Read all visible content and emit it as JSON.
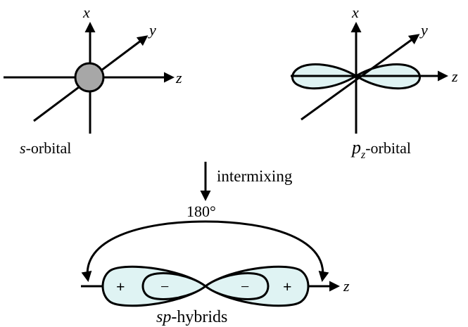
{
  "s_orbital": {
    "axis_x": "x",
    "axis_y": "y",
    "axis_z": "z",
    "caption_symbol": "s",
    "caption_rest": "-orbital",
    "fill_color": "#a7a7a7"
  },
  "pz_orbital": {
    "axis_x": "x",
    "axis_y": "y",
    "axis_z": "z",
    "caption_symbol": "p",
    "caption_subscript": "z",
    "caption_rest": "-orbital",
    "lobe_color": "#dff3f3"
  },
  "process": {
    "label": "intermixing"
  },
  "sp_hybrids": {
    "angle_label": "180°",
    "lobe_sign_left_outer": "+",
    "lobe_sign_left_inner": "−",
    "lobe_sign_right_inner": "−",
    "lobe_sign_right_outer": "+",
    "axis_z": "z",
    "caption_symbol": "sp",
    "caption_rest": "-hybrids",
    "lobe_color": "#dff3f3"
  }
}
